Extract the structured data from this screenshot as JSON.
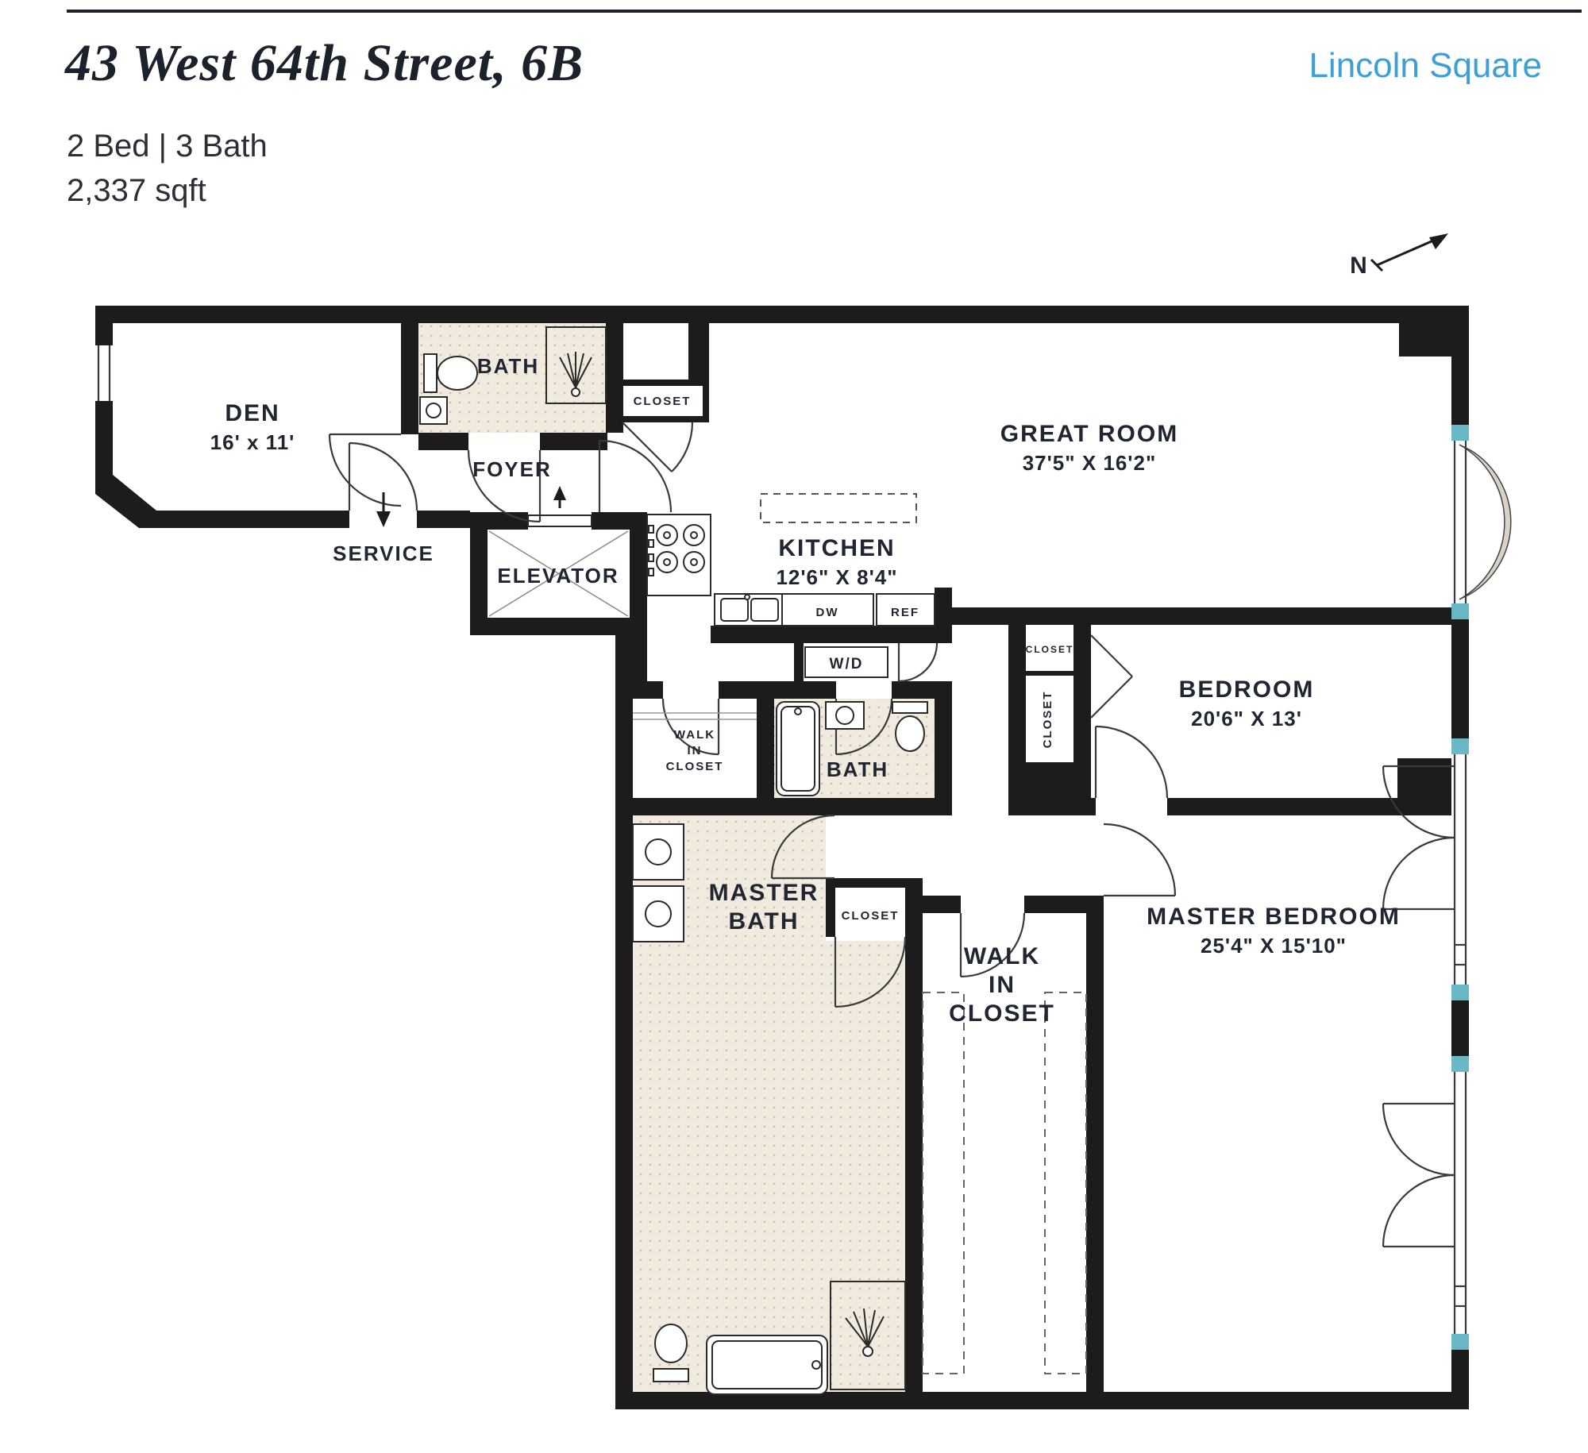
{
  "header": {
    "title": "43 West 64th Street, 6B",
    "neighborhood": "Lincoln Square",
    "beds_baths": "2 Bed | 3 Bath",
    "area": "2,337 sqft"
  },
  "compass": {
    "label": "N"
  },
  "colors": {
    "wall": "#1c1c1c",
    "accent_blue": "#3d9fd4",
    "window_teal": "#6ab7c6",
    "bath_floor": "#f1ebdf",
    "bay_fill": "#d8d2c8"
  },
  "rooms": {
    "den": {
      "name": "DEN",
      "dims": "16' x 11'"
    },
    "bath_top": {
      "name": "BATH"
    },
    "closet_top": {
      "name": "CLOSET"
    },
    "foyer": {
      "name": "FOYER"
    },
    "great_room": {
      "name": "GREAT ROOM",
      "dims": "37'5\" X 16'2\""
    },
    "service": {
      "name": "SERVICE"
    },
    "elevator": {
      "name": "ELEVATOR"
    },
    "kitchen": {
      "name": "KITCHEN",
      "dims": "12'6\" X 8'4\""
    },
    "laundry": {
      "name": "W/D"
    },
    "dishwasher": {
      "name": "DW"
    },
    "refrigerator": {
      "name": "REF"
    },
    "closet_hall_small": {
      "name": "CLOSET"
    },
    "closet_hall_tall": {
      "name": "CLOSET"
    },
    "bedroom": {
      "name": "BEDROOM",
      "dims": "20'6\" X 13'"
    },
    "walkin_upper": {
      "l1": "WALK",
      "l2": "IN",
      "l3": "CLOSET"
    },
    "bath_mid": {
      "name": "BATH"
    },
    "master_bath": {
      "l1": "MASTER",
      "l2": "BATH"
    },
    "closet_master": {
      "name": "CLOSET"
    },
    "walkin_master": {
      "l1": "WALK",
      "l2": "IN",
      "l3": "CLOSET"
    },
    "master_bedroom": {
      "name": "MASTER BEDROOM",
      "dims": "25'4\" X 15'10\""
    }
  }
}
